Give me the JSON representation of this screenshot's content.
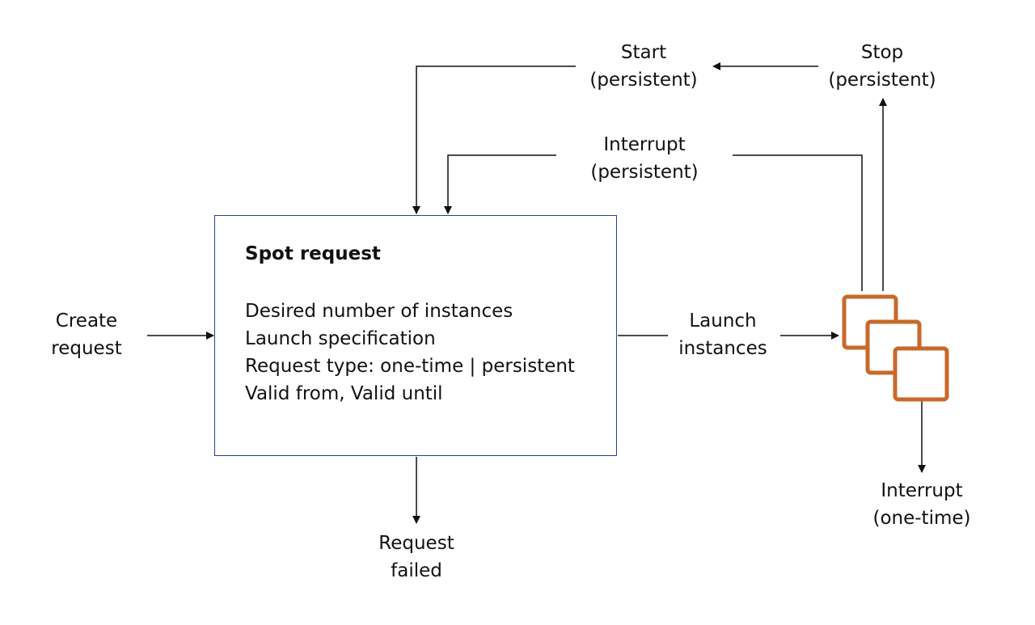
{
  "spot_request": {
    "title": "Spot request",
    "lines": [
      "Desired number of instances",
      "Launch specification",
      "Request type: one-time | persistent",
      "Valid from, Valid until"
    ]
  },
  "labels": {
    "create_request": [
      "Create",
      "request"
    ],
    "request_failed": [
      "Request",
      "failed"
    ],
    "launch_instances": [
      "Launch",
      "instances"
    ],
    "start_persistent": [
      "Start",
      "(persistent)"
    ],
    "stop_persistent": [
      "Stop",
      "(persistent)"
    ],
    "interrupt_persistent": [
      "Interrupt",
      "(persistent)"
    ],
    "interrupt_one_time": [
      "Interrupt",
      "(one-time)"
    ]
  },
  "colors": {
    "box_border": "#2b3f8f",
    "instance_icon": "#c8692a",
    "arrow": "#111111"
  },
  "icons": {
    "instances": "stacked-instances-icon"
  }
}
